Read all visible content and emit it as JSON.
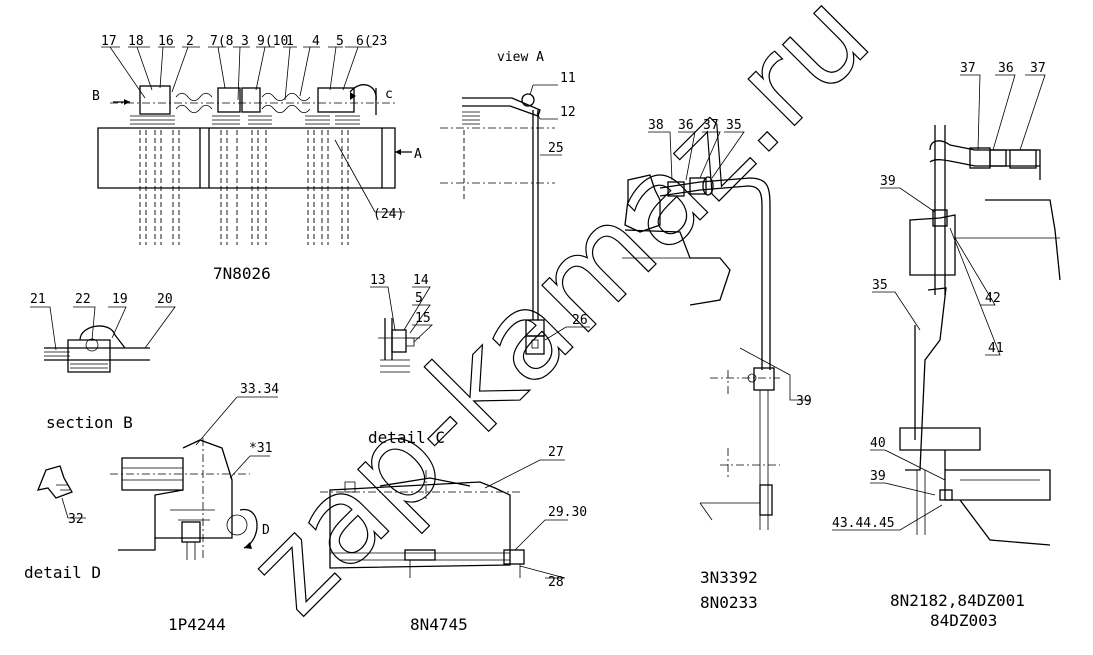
{
  "callouts": {
    "c17": "17",
    "c18": "18",
    "c16": "16",
    "c2": "2",
    "c7_8": "7(8",
    "c3": "3",
    "c9_10": "9(10",
    "c1": "1",
    "c4": "4",
    "c5a": "5",
    "c6_23": "6(23",
    "cB": "B",
    "cC": "c",
    "cA": "A",
    "c24": "(24)",
    "c11": "11",
    "c12": "12",
    "c25": "25",
    "c26": "26",
    "c21": "21",
    "c22": "22",
    "c19": "19",
    "c20": "20",
    "c13": "13",
    "c14": "14",
    "c5b": "5",
    "c15": "15",
    "c38": "38",
    "c36a": "36",
    "c37a": "37",
    "c35a": "35",
    "c39a": "39",
    "c37b": "37",
    "c36b": "36",
    "c37c": "37",
    "c39b": "39",
    "c35b": "35",
    "c42": "42",
    "c41": "41",
    "c40": "40",
    "c39c": "39",
    "c43_45": "43.44.45",
    "c33_34": "33.34",
    "c31": "*31",
    "c32": "32",
    "cD": "D",
    "c27": "27",
    "c29_30": "29.30",
    "c28": "28"
  },
  "captions": {
    "view_a": "view  A",
    "section_b": "section  B",
    "detail_c": "detail  C",
    "detail_d": "detail  D",
    "p7n8026": "7N8026",
    "p1p4244": "1P4244",
    "p8n4745": "8N4745",
    "p3n3392": "3N3392",
    "p8n0233": "8N0233",
    "p8n2182": "8N2182,84DZ001",
    "p84dz003": "84DZ003"
  },
  "watermark": "zap-kamaz.ru"
}
